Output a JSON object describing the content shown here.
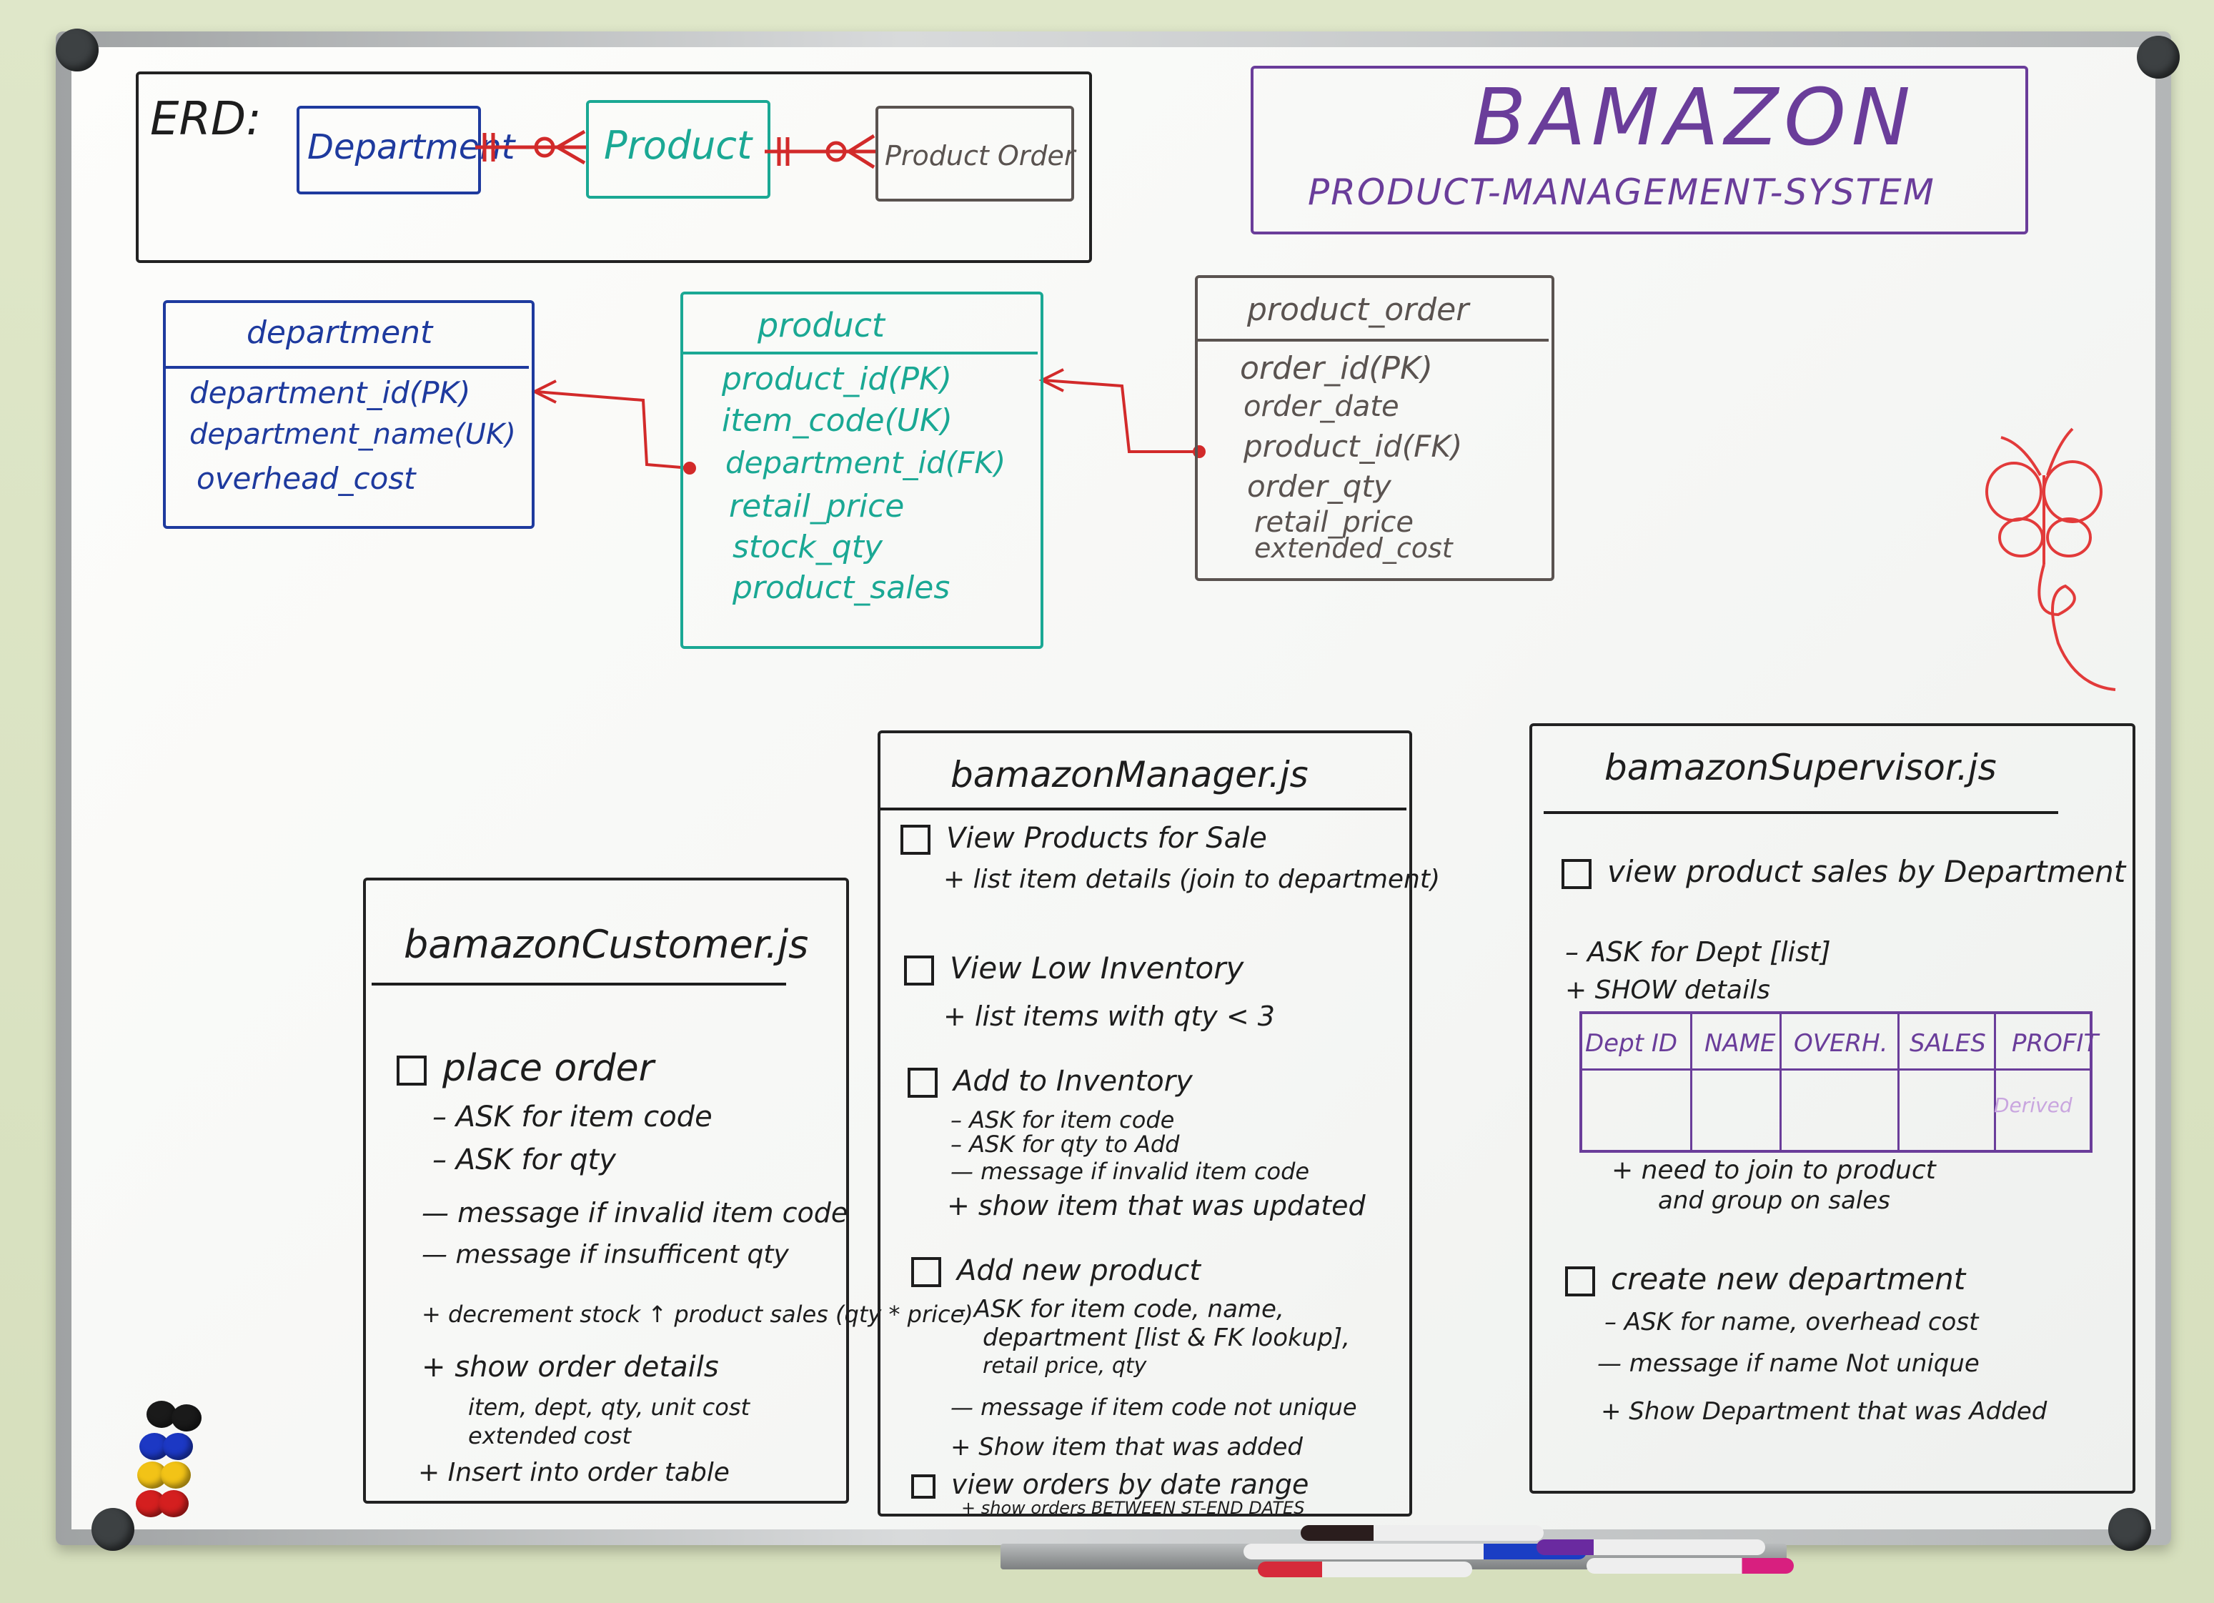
{
  "erd": {
    "label": "ERD:",
    "department": "Department",
    "product": "Product",
    "product_order": "Product Order"
  },
  "title": {
    "main": "BAMAZON",
    "sub": "PRODUCT-MANAGEMENT-SYSTEM"
  },
  "tables": {
    "department": {
      "name": "department",
      "fields": [
        "department_id(PK)",
        "department_name(UK)",
        "overhead_cost"
      ]
    },
    "product": {
      "name": "product",
      "fields": [
        "product_id(PK)",
        "item_code(UK)",
        "department_id(FK)",
        "retail_price",
        "stock_qty",
        "product_sales"
      ]
    },
    "product_order": {
      "name": "product_order",
      "fields": [
        "order_id(PK)",
        "order_date",
        "product_id(FK)",
        "order_qty",
        "retail_price",
        "extended_cost"
      ]
    }
  },
  "customer": {
    "title": "bamazonCustomer.js",
    "task": "place order",
    "lines": [
      "– ASK for item code",
      "– ASK for qty",
      "— message if invalid item code",
      "— message if insufficent qty",
      "+ decrement stock ↑ product sales (qty * price)",
      "+ show order details",
      "item, dept, qty, unit cost",
      "extended cost",
      "+ Insert into order table"
    ]
  },
  "manager": {
    "title": "bamazonManager.js",
    "items": [
      {
        "task": "View Products for Sale",
        "lines": [
          "+ list item details (join to department)"
        ]
      },
      {
        "task": "View Low Inventory",
        "lines": [
          "+ list items with qty < 3"
        ]
      },
      {
        "task": "Add to Inventory",
        "lines": [
          "– ASK for item code",
          "– ASK for qty to Add",
          "— message if invalid item code",
          "+ show item that was updated"
        ]
      },
      {
        "task": "Add new product",
        "lines": [
          "– ASK for item code, name,",
          "department [list & FK lookup],",
          "retail price, qty",
          "— message if item code not unique",
          "+ Show item that was added"
        ]
      },
      {
        "task": "view orders by date range",
        "lines": [
          "+ show orders BETWEEN ST-END DATES"
        ]
      }
    ]
  },
  "supervisor": {
    "title": "bamazonSupervisor.js",
    "task1": "view product sales by Department",
    "task1_lines": [
      "– ASK for Dept [list]",
      "+ SHOW details"
    ],
    "table_headers": [
      "Dept ID",
      "NAME",
      "OVERH.",
      "SALES",
      "PROFIT"
    ],
    "table_note": "Derived",
    "after_table": [
      "+ need to join to product",
      "and group on sales"
    ],
    "task2": "create new department",
    "task2_lines": [
      "– ASK for name, overhead cost",
      "— message if name Not unique",
      "+ Show Department that was Added"
    ]
  },
  "colors": {
    "blue": "#1e3a9e",
    "teal": "#1aa894",
    "grey": "#5a5350",
    "purple": "#6a3d9a",
    "red": "#d22a2a",
    "black": "#1d1d1d"
  }
}
